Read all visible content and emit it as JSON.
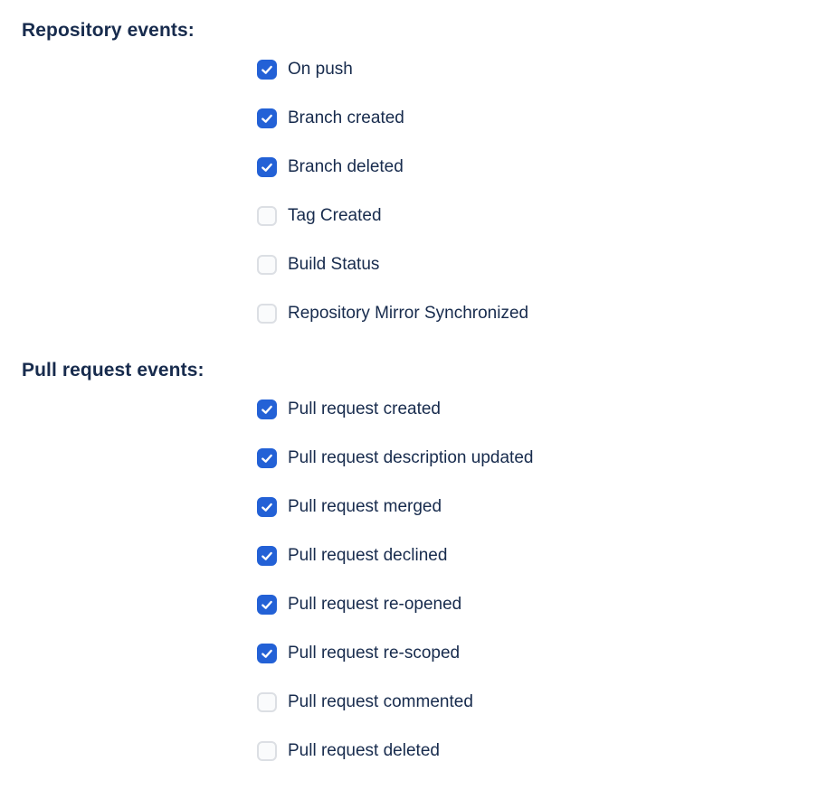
{
  "colors": {
    "checkbox_checked_bg": "#2361d6",
    "checkbox_unchecked_bg": "#fafbfc",
    "checkbox_unchecked_border": "#dcdfe4",
    "checkmark": "#ffffff",
    "text": "#172b4d",
    "page_background": "#ffffff"
  },
  "sections": [
    {
      "heading": "Repository events:",
      "items": [
        {
          "label": "On push",
          "checked": true
        },
        {
          "label": "Branch created",
          "checked": true
        },
        {
          "label": "Branch deleted",
          "checked": true
        },
        {
          "label": "Tag Created",
          "checked": false
        },
        {
          "label": "Build Status",
          "checked": false
        },
        {
          "label": "Repository Mirror Synchronized",
          "checked": false
        }
      ]
    },
    {
      "heading": "Pull request events:",
      "items": [
        {
          "label": "Pull request created",
          "checked": true
        },
        {
          "label": "Pull request description updated",
          "checked": true
        },
        {
          "label": "Pull request merged",
          "checked": true
        },
        {
          "label": "Pull request declined",
          "checked": true
        },
        {
          "label": "Pull request re-opened",
          "checked": true
        },
        {
          "label": "Pull request re-scoped",
          "checked": true
        },
        {
          "label": "Pull request commented",
          "checked": false
        },
        {
          "label": "Pull request deleted",
          "checked": false
        }
      ]
    }
  ]
}
